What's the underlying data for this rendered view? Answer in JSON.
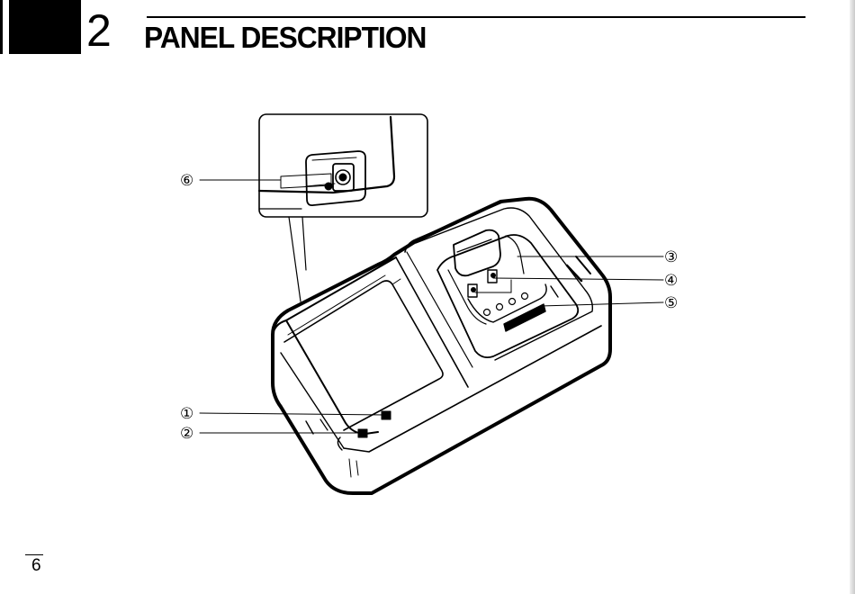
{
  "header": {
    "chapter_number": "2",
    "title": "PANEL DESCRIPTION"
  },
  "diagram": {
    "callouts": [
      {
        "label": "①"
      },
      {
        "label": "②"
      },
      {
        "label": "③"
      },
      {
        "label": "④"
      },
      {
        "label": "⑤"
      },
      {
        "label": "⑥"
      }
    ]
  },
  "footer": {
    "page_number": "6"
  }
}
